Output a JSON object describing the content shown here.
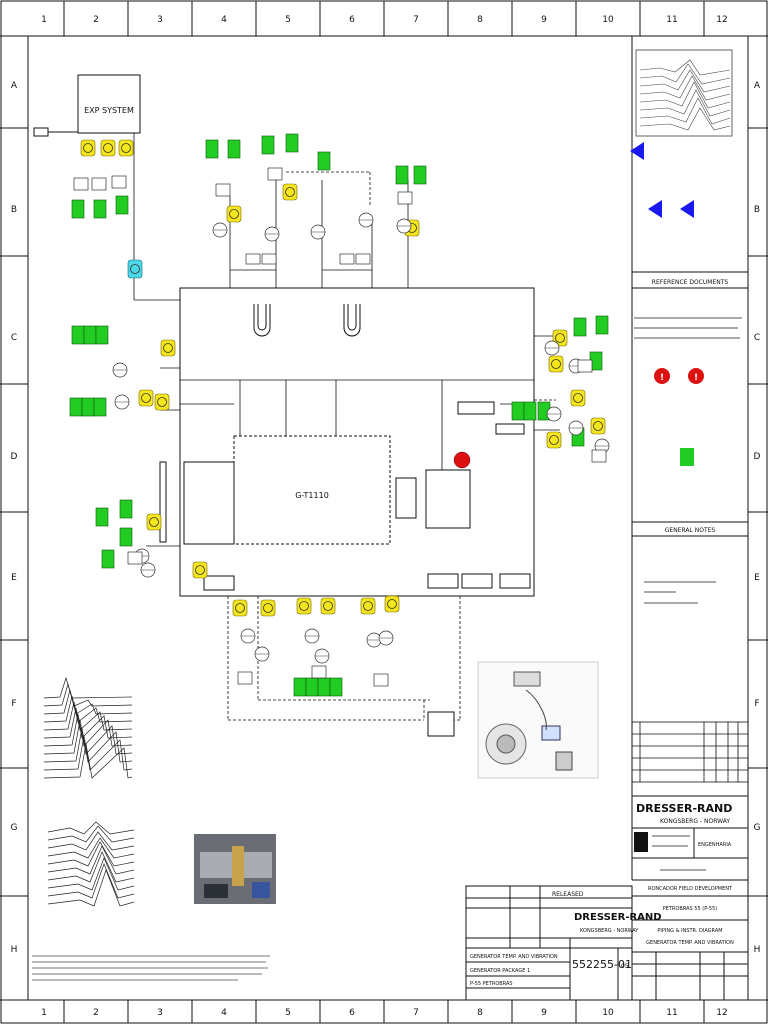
{
  "grid": {
    "columns": [
      "1",
      "2",
      "3",
      "4",
      "5",
      "6",
      "7",
      "8",
      "9",
      "10",
      "11",
      "12"
    ],
    "rows": [
      "A",
      "B",
      "C",
      "D",
      "E",
      "F",
      "G",
      "H"
    ]
  },
  "diagram": {
    "exp_system_label": "EXP SYSTEM",
    "machine_label": "G-T1110",
    "reference_header": "REFERENCE DOCUMENTS",
    "general_notes_header": "GENERAL NOTES"
  },
  "title_block": {
    "company": "DRESSER-RAND",
    "location": "KONGSBERG - NORWAY",
    "company_small": "DRESSER-RAND",
    "location_small": "KONGSBERG - NORWAY",
    "customer_code": "ENGENHARIA",
    "project": "RONCADOR FIELD DEVELOPMENT",
    "unit": "PETROBRAS 55 (P-55)",
    "drawing_title_1": "PIPING & INSTR. DIAGRAM",
    "drawing_title_2": "GENERATOR TEMP. AND VIBRATION",
    "status": "RELEASED",
    "title_line_1": "GENERATOR TEMP. AND VIBRATION",
    "title_line_2": "GENERATOR PACKAGE 1",
    "title_line_3": "P-55 PETROBRAS",
    "drawing_number": "552255-01",
    "sheet_number": "05"
  },
  "colors": {
    "transmitter_green": "#22cc22",
    "element_yellow": "#f5e51c",
    "alarm_red": "#dd1111",
    "flag_blue": "#1a1aee",
    "cyan_node": "#4dd8e8"
  }
}
